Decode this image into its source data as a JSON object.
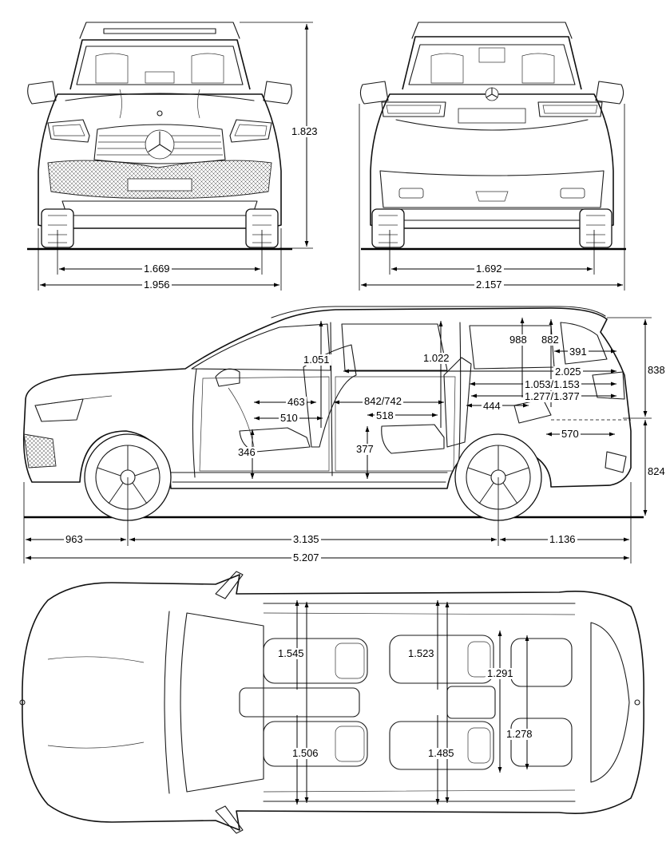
{
  "front_view": {
    "height": "1.823",
    "track": "1.669",
    "width": "1.956"
  },
  "rear_view": {
    "track": "1.692",
    "width_with_mirrors": "2.157"
  },
  "side_view": {
    "front_headroom": "1.051",
    "second_row_headroom": "1.022",
    "third_row_headroom": "988",
    "cargo_height": "882",
    "front_legroom": "463",
    "second_row_legroom": "842/742",
    "front_seat_depth": "510",
    "second_row_seat_depth": "518",
    "front_seat_height": "346",
    "second_row_seat_height": "377",
    "third_row_legroom": "444",
    "cargo_length_a": "391",
    "cargo_length_b": "2.025",
    "cargo_length_c": "1.053/1.153",
    "cargo_length_d": "1.277/1.377",
    "loading_sill_height": "570",
    "upper_rear_height": "838",
    "lower_rear_height": "824",
    "front_overhang": "963",
    "wheelbase": "3.135",
    "rear_overhang": "1.136",
    "overall_length": "5.207"
  },
  "top_view": {
    "front_shoulder_room": "1.545",
    "front_elbow_room": "1.506",
    "second_row_shoulder_room": "1.523",
    "second_row_elbow_room": "1.485",
    "third_row_shoulder_room": "1.291",
    "third_row_elbow_room": "1.278"
  }
}
